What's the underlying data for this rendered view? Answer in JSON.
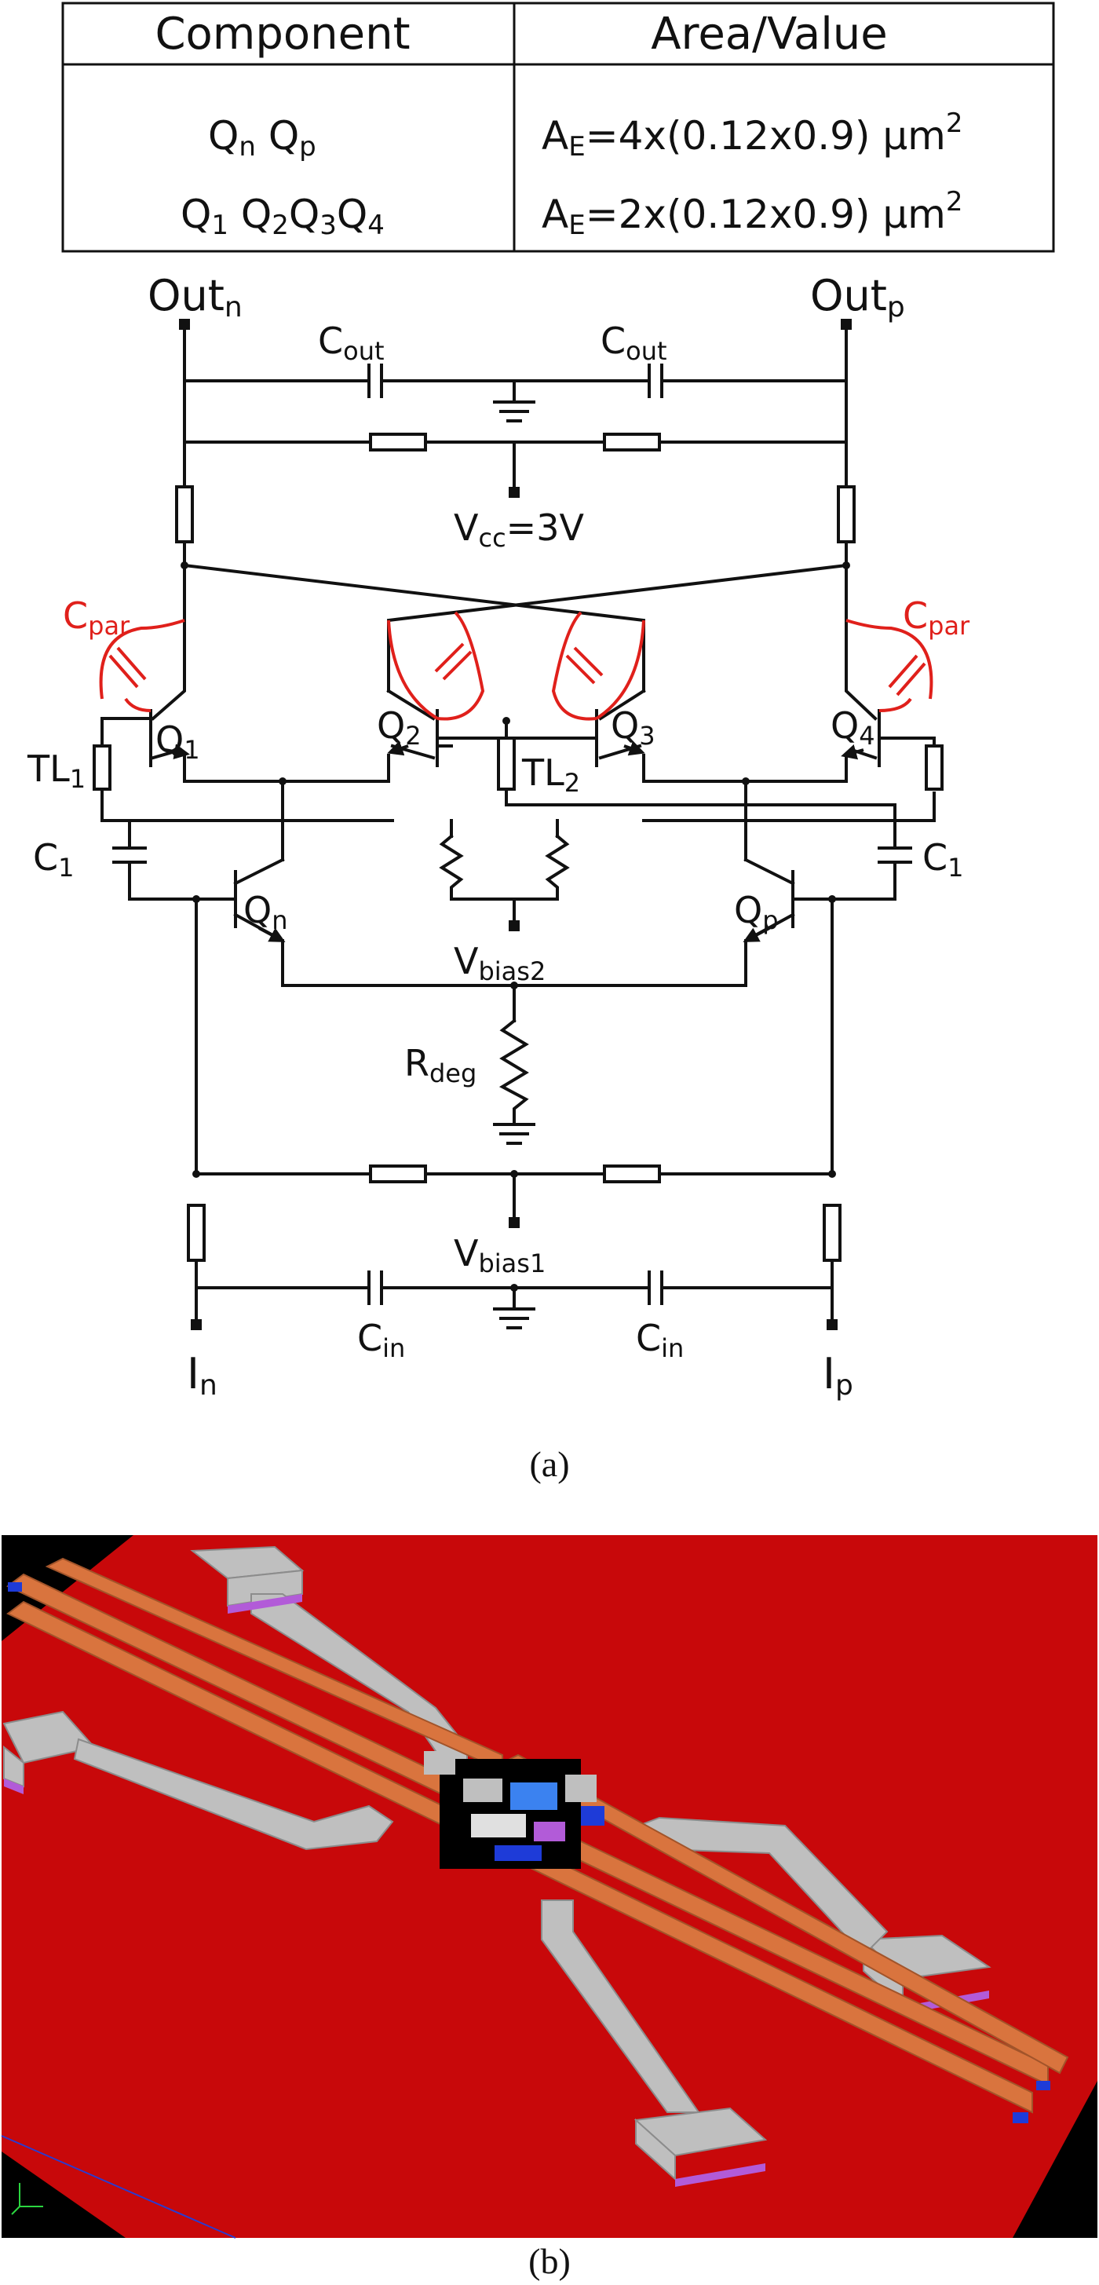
{
  "table": {
    "header": {
      "component": "Component",
      "value": "Area/Value"
    },
    "rows": [
      {
        "c1": "Q",
        "c1s": "n",
        "c2": " Q",
        "c2s": "p",
        "v": "A",
        "vsub": "E",
        "vrest": "=4x(0.12x0.9) μm",
        "vsup": "2"
      },
      {
        "c1": "Q",
        "c1s": "1",
        "c2": " Q",
        "c2s": "2",
        "c3": "Q",
        "c3s": "3",
        "c4": "Q",
        "c4s": "4",
        "v": "A",
        "vsub": "E",
        "vrest": "=2x(0.12x0.9) μm",
        "vsup": "2"
      }
    ]
  },
  "labels": {
    "out_n": "Out",
    "out_n_sub": "n",
    "out_p": "Out",
    "out_p_sub": "p",
    "cout": "C",
    "cout_sub": "out",
    "vcc": "V",
    "vcc_sub": "cc",
    "vcc_val": "=3V",
    "cpar": "C",
    "cpar_sub": "par",
    "q": "Q",
    "q1": "1",
    "q2": "2",
    "q3": "3",
    "q4": "4",
    "qn": "n",
    "qp": "p",
    "tl": "TL",
    "tl1": "1",
    "tl2": "2",
    "c1": "C",
    "c1_sub": "1",
    "vbias2": "V",
    "vbias2_sub": "bias2",
    "rdeg": "R",
    "rdeg_sub": "deg",
    "vbias1": "V",
    "vbias1_sub": "bias1",
    "cin": "C",
    "cin_sub": "in",
    "in_n": "I",
    "in_n_sub": "n",
    "in_p": "I",
    "in_p_sub": "p"
  },
  "captions": {
    "a": "(a)",
    "b": "(b)"
  },
  "colors": {
    "wire": "#111111",
    "parasitic": "#e0201b",
    "substrate": "#c8080a",
    "background_3d": "#000000",
    "trace": "#b9b9b9",
    "line": "#d9743e"
  }
}
